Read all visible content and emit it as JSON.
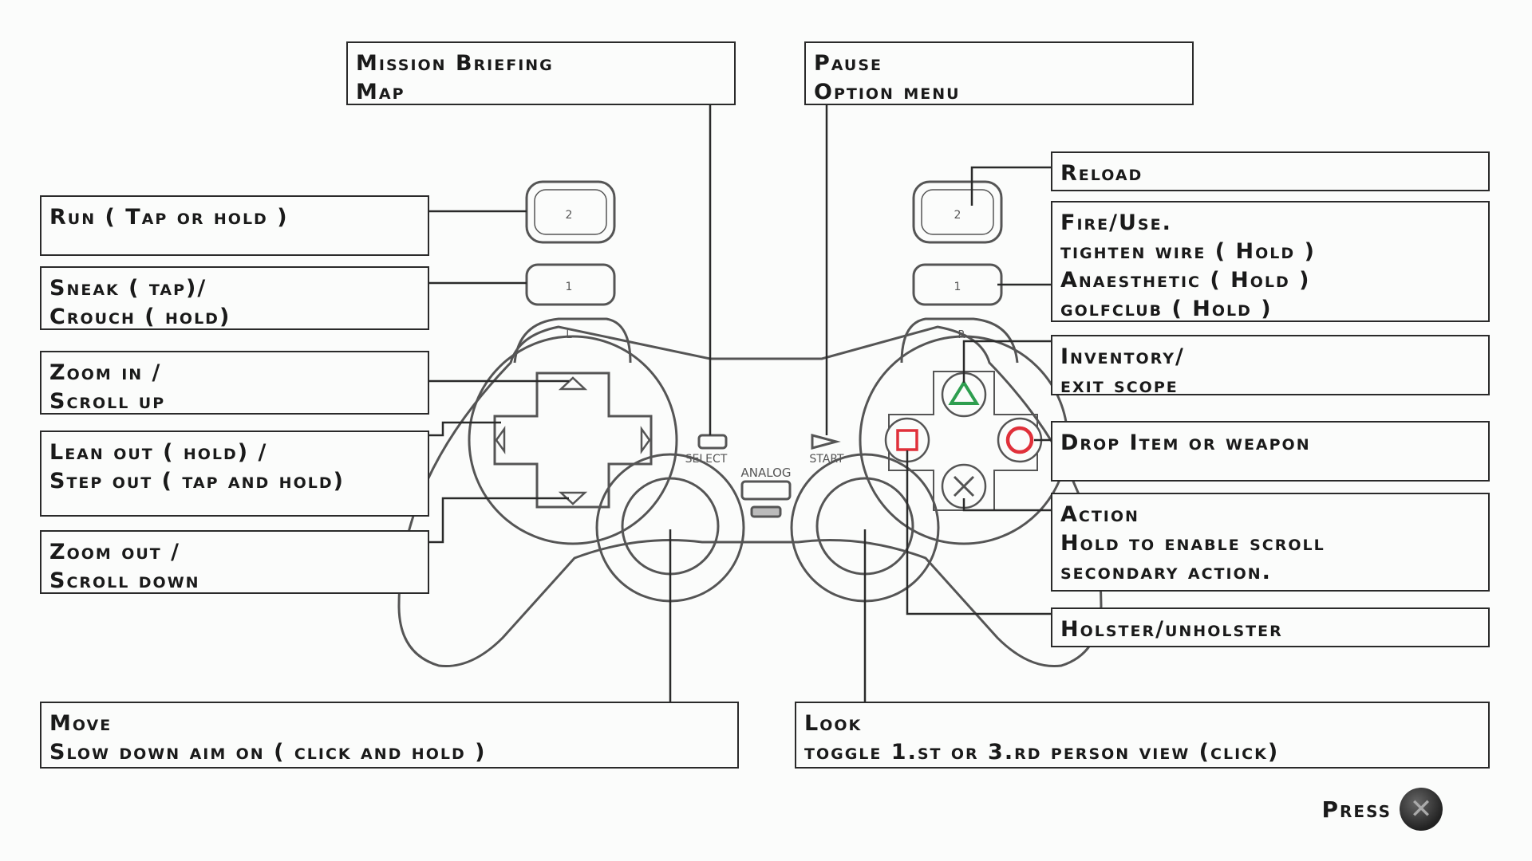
{
  "labels": {
    "select_briefing": {
      "line1": "Mission Briefing",
      "line2": "Map"
    },
    "start_pause": {
      "line1": "Pause",
      "line2": "Option menu"
    },
    "l2_run": {
      "line1": "Run ( Tap or hold )"
    },
    "l1_sneak": {
      "line1": "Sneak ( tap)/",
      "line2": "Crouch ( hold)"
    },
    "dpad_up_zoom": {
      "line1": "Zoom in /",
      "line2": "Scroll up"
    },
    "dpad_lean": {
      "line1": "Lean out ( hold) /",
      "line2": "Step out ( tap and hold)"
    },
    "dpad_down_zoom": {
      "line1": "Zoom out /",
      "line2": "Scroll down"
    },
    "r2_reload": {
      "line1": "Reload"
    },
    "r1_fire": {
      "line1": "Fire/Use.",
      "line2": "tighten wire ( Hold )",
      "line3": "Anaesthetic ( Hold )",
      "line4": "golfclub ( Hold )"
    },
    "triangle_inventory": {
      "line1": "Inventory/",
      "line2": "exit scope"
    },
    "circle_drop": {
      "line1": "Drop Item or weapon"
    },
    "cross_action": {
      "line1": "Action",
      "line2": "Hold to enable scroll",
      "line3": "secondary action."
    },
    "square_holster": {
      "line1": "Holster/unholster"
    },
    "left_stick_move": {
      "line1": "Move",
      "line2": "Slow down aim on ( click and hold )"
    },
    "right_stick_look": {
      "line1": "Look",
      "line2": "toggle 1.st or 3.rd person view (click)"
    }
  },
  "controller": {
    "select_label": "SELECT",
    "start_label": "START",
    "analog_label": "ANALOG",
    "l2_mark": "2",
    "l1_mark": "1",
    "r2_mark": "2",
    "r1_mark": "1",
    "l_label": "L",
    "r_label": "R"
  },
  "footer": {
    "press_label": "Press",
    "press_button_icon": "cross-button-icon"
  },
  "colors": {
    "triangle": "#2e9e4f",
    "circle": "#e0303a",
    "square": "#e0303a",
    "cross": "#555555",
    "outline": "#444444"
  }
}
